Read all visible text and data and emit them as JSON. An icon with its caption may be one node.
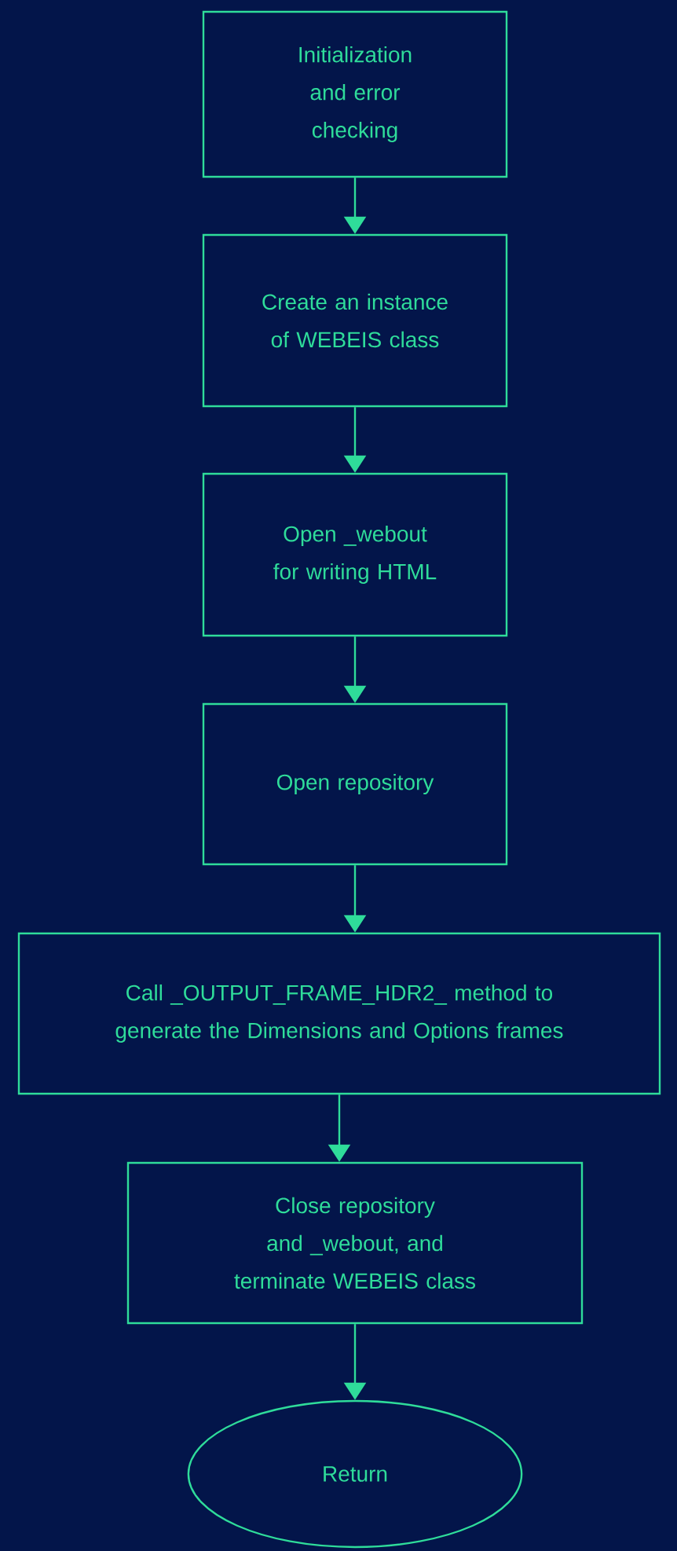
{
  "diagram": {
    "nodes": [
      {
        "text": [
          "Initialization and error checking"
        ]
      },
      {
        "text": [
          "Create an instance of WEBEIS class"
        ]
      },
      {
        "text": [
          "Open _webout for writing HTML"
        ]
      },
      {
        "text": [
          "Open repository"
        ]
      },
      {
        "text": [
          "Call _OUTPUT_FRAME_HDR2_ method to generate the Dimensions and Options frames"
        ]
      },
      {
        "text": [
          "Close repository and _webout, and terminate WEBEIS class"
        ]
      },
      {
        "text": [
          "Return"
        ]
      }
    ],
    "edges": [
      {
        "from": 0,
        "to": 1,
        "arrow": "to"
      },
      {
        "from": 1,
        "to": 2,
        "arrow": "to"
      },
      {
        "from": 2,
        "to": 3,
        "arrow": "to"
      },
      {
        "from": 3,
        "to": 4,
        "arrow": "to"
      },
      {
        "from": 4,
        "to": 5,
        "arrow": "to"
      },
      {
        "from": 5,
        "to": 6,
        "arrow": "to"
      }
    ]
  }
}
